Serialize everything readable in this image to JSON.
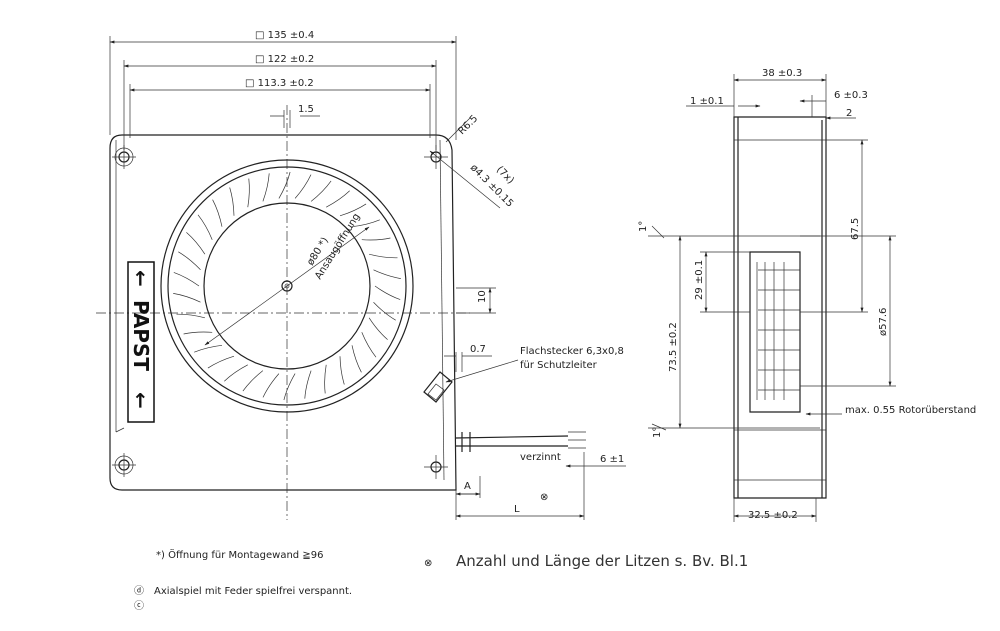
{
  "front_view": {
    "dim_outer": "□ 135 ±0.4",
    "dim_mid": "□ 122 ±0.2",
    "dim_inner": "□ 113.3 ±0.2",
    "dim_offset": "1.5",
    "dim_radius": "R6.5",
    "dim_holes_count": "(7x)",
    "dim_holes": "ø4.3 ±0.15",
    "dim_inlet": "ø80 *)",
    "inlet_label": "Ansaugöffnung",
    "dim_right_10": "10",
    "dim_tab": "0.7",
    "connector_label_1": "Flachstecker 6,3x0,8",
    "connector_label_2": "für Schutzleiter",
    "wire_label": "verzinnt",
    "wire_dim": "6 ±1",
    "dim_A": "A",
    "dim_L": "L",
    "note_marker": "⊗",
    "logo_text": "PAPST",
    "logo_arrow": "←"
  },
  "side_view": {
    "dim_top_38": "38 ±0.3",
    "dim_top_6": "6 ±0.3",
    "dim_top_1": "1 ±0.1",
    "dim_top_2": "2",
    "dim_1deg_top": "1°",
    "dim_1deg_bot": "1°",
    "dim_29": "29 ±0.1",
    "dim_73": "73.5 ±0.2",
    "dim_67": "67.5",
    "dim_57": "ø57.6",
    "rotor_note": "max. 0.55 Rotorüberstand",
    "dim_bottom": "32.5 ±0.2"
  },
  "notes": {
    "note_1": "*) Öffnung für Montagewand ≧96",
    "note_2": "Anzahl und Länge der Litzen s. Bv. Bl.1",
    "note_2_marker": "⊗",
    "note_3": "Axialspiel mit Feder spielfrei verspannt.",
    "note_3_marker": "ⓓ",
    "note_4_marker": "ⓒ"
  }
}
